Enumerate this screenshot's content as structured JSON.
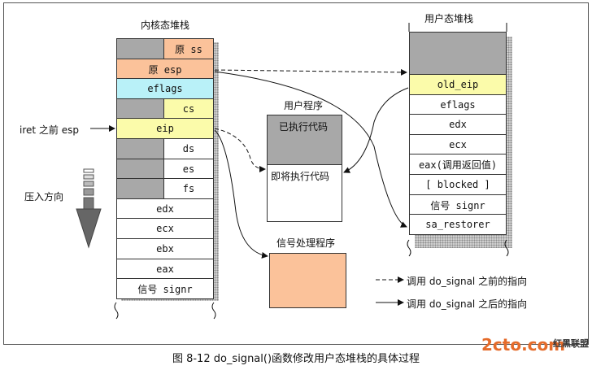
{
  "kernel_stack": {
    "title": "内核态堆栈",
    "cells": [
      {
        "text": "原 ss",
        "split": true,
        "color": "#fbc29a"
      },
      {
        "text": "原 esp",
        "split": false,
        "color": "#fbc29a"
      },
      {
        "text": "eflags",
        "split": false,
        "color": "#b9f1f8"
      },
      {
        "text": "cs",
        "split": true,
        "color": "#fbfbaa"
      },
      {
        "text": "eip",
        "split": false,
        "color": "#fbfbaa"
      },
      {
        "text": "ds",
        "split": true,
        "color": "#ffffff"
      },
      {
        "text": "es",
        "split": true,
        "color": "#ffffff"
      },
      {
        "text": "fs",
        "split": true,
        "color": "#ffffff"
      },
      {
        "text": "edx",
        "split": false,
        "color": "#ffffff"
      },
      {
        "text": "ecx",
        "split": false,
        "color": "#ffffff"
      },
      {
        "text": "ebx",
        "split": false,
        "color": "#ffffff"
      },
      {
        "text": "eax",
        "split": false,
        "color": "#ffffff"
      },
      {
        "text": "信号 signr",
        "split": false,
        "color": "#ffffff"
      }
    ]
  },
  "user_stack": {
    "title": "用户态堆栈",
    "cells": [
      {
        "text": "",
        "color": "#a8a8a8"
      },
      {
        "text": "old_eip",
        "color": "#fbfbaa"
      },
      {
        "text": "eflags",
        "color": "#ffffff"
      },
      {
        "text": "edx",
        "color": "#ffffff"
      },
      {
        "text": "ecx",
        "color": "#ffffff"
      },
      {
        "text": "eax(调用返回值)",
        "color": "#ffffff"
      },
      {
        "text": "[ blocked ]",
        "color": "#ffffff"
      },
      {
        "text": "信号 signr",
        "color": "#ffffff"
      },
      {
        "text": "sa_restorer",
        "color": "#ffffff"
      }
    ]
  },
  "user_program": {
    "title": "用户程序",
    "executed": "已执行代码",
    "to_execute": "即将执行代码"
  },
  "signal_handler": {
    "title": "信号处理程序"
  },
  "labels": {
    "iret_esp": "iret 之前 esp",
    "push_direction": "压入方向"
  },
  "legend": {
    "dashed": "调用 do_signal 之前的指向",
    "solid": "调用 do_signal 之后的指向"
  },
  "caption": "图 8-12 do_signal()函数修改用户态堆栈的具体过程",
  "watermark": {
    "logo": "2cto.com",
    "text": "红黑联盟"
  }
}
